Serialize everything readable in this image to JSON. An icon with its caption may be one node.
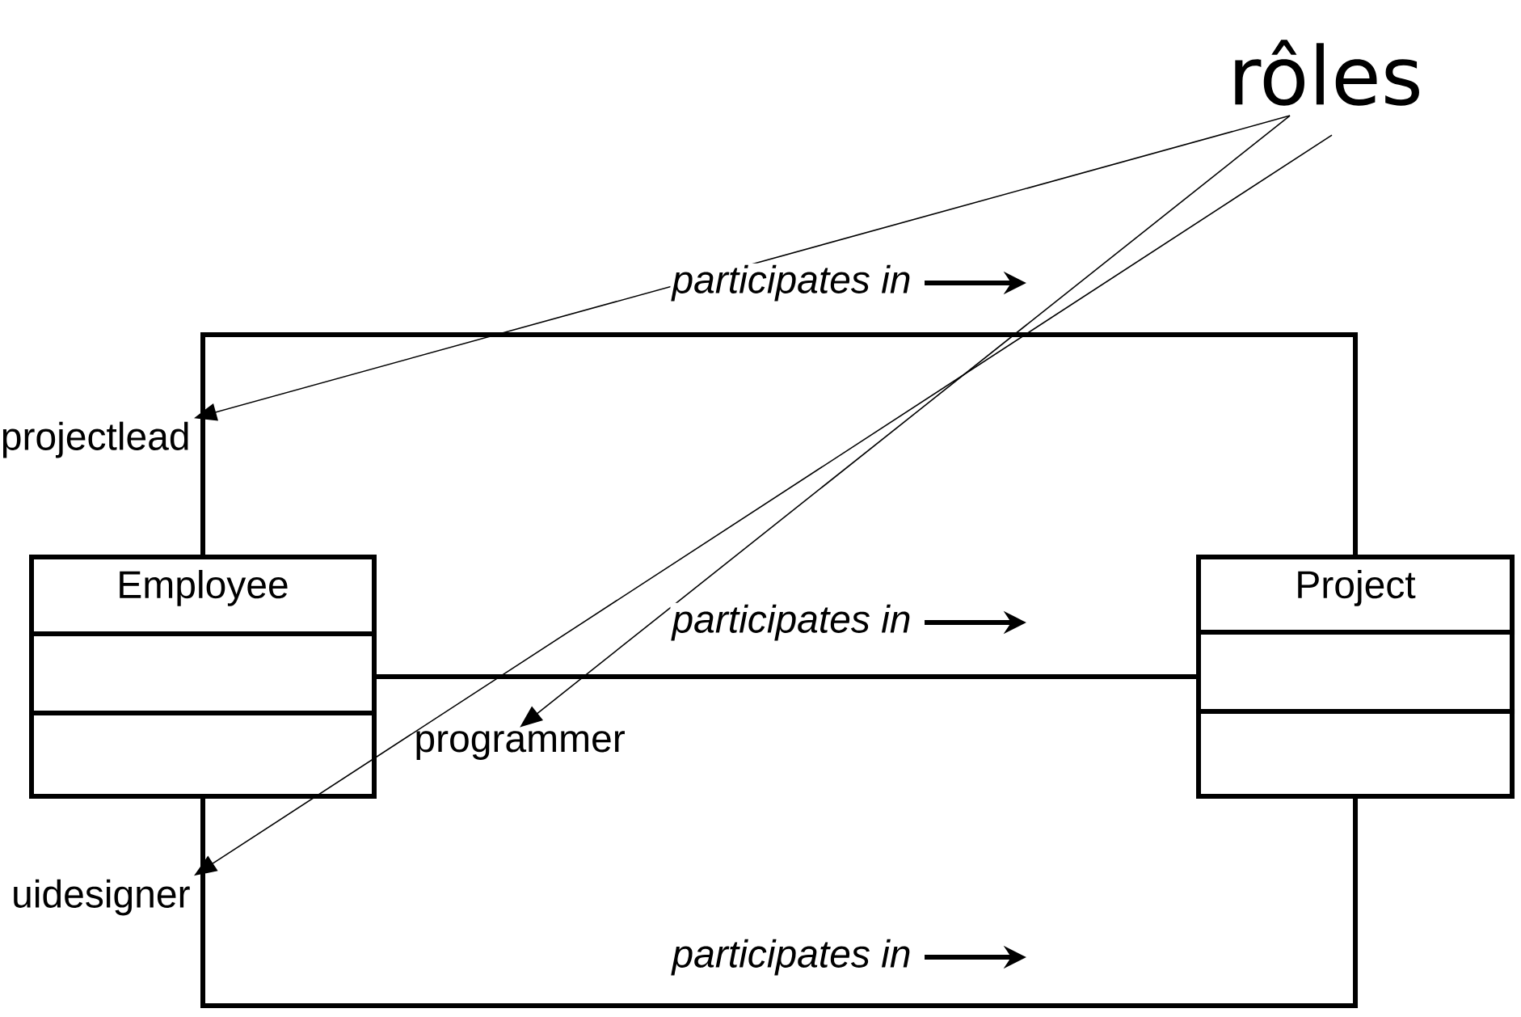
{
  "diagram": {
    "nodes": [
      {
        "text": [
          "Employee"
        ]
      },
      {
        "text": [
          "Project"
        ]
      },
      {
        "text": [
          "rôles"
        ]
      },
      {
        "text": [
          "projectlead"
        ]
      },
      {
        "text": [
          "programmer"
        ]
      },
      {
        "text": [
          "uidesigner"
        ]
      }
    ],
    "edges": [
      {
        "from": 0,
        "to": 1,
        "arrow": "none",
        "style": "thick",
        "label": "participates in"
      },
      {
        "from": 0,
        "to": 1,
        "arrow": "none",
        "style": "thick",
        "label": "participates in"
      },
      {
        "from": 0,
        "to": 1,
        "arrow": "none",
        "style": "thick",
        "label": "participates in"
      },
      {
        "from": 2,
        "to": 3,
        "arrow": "to"
      },
      {
        "from": 2,
        "to": 4,
        "arrow": "to"
      },
      {
        "from": 2,
        "to": 5,
        "arrow": "to"
      }
    ]
  }
}
